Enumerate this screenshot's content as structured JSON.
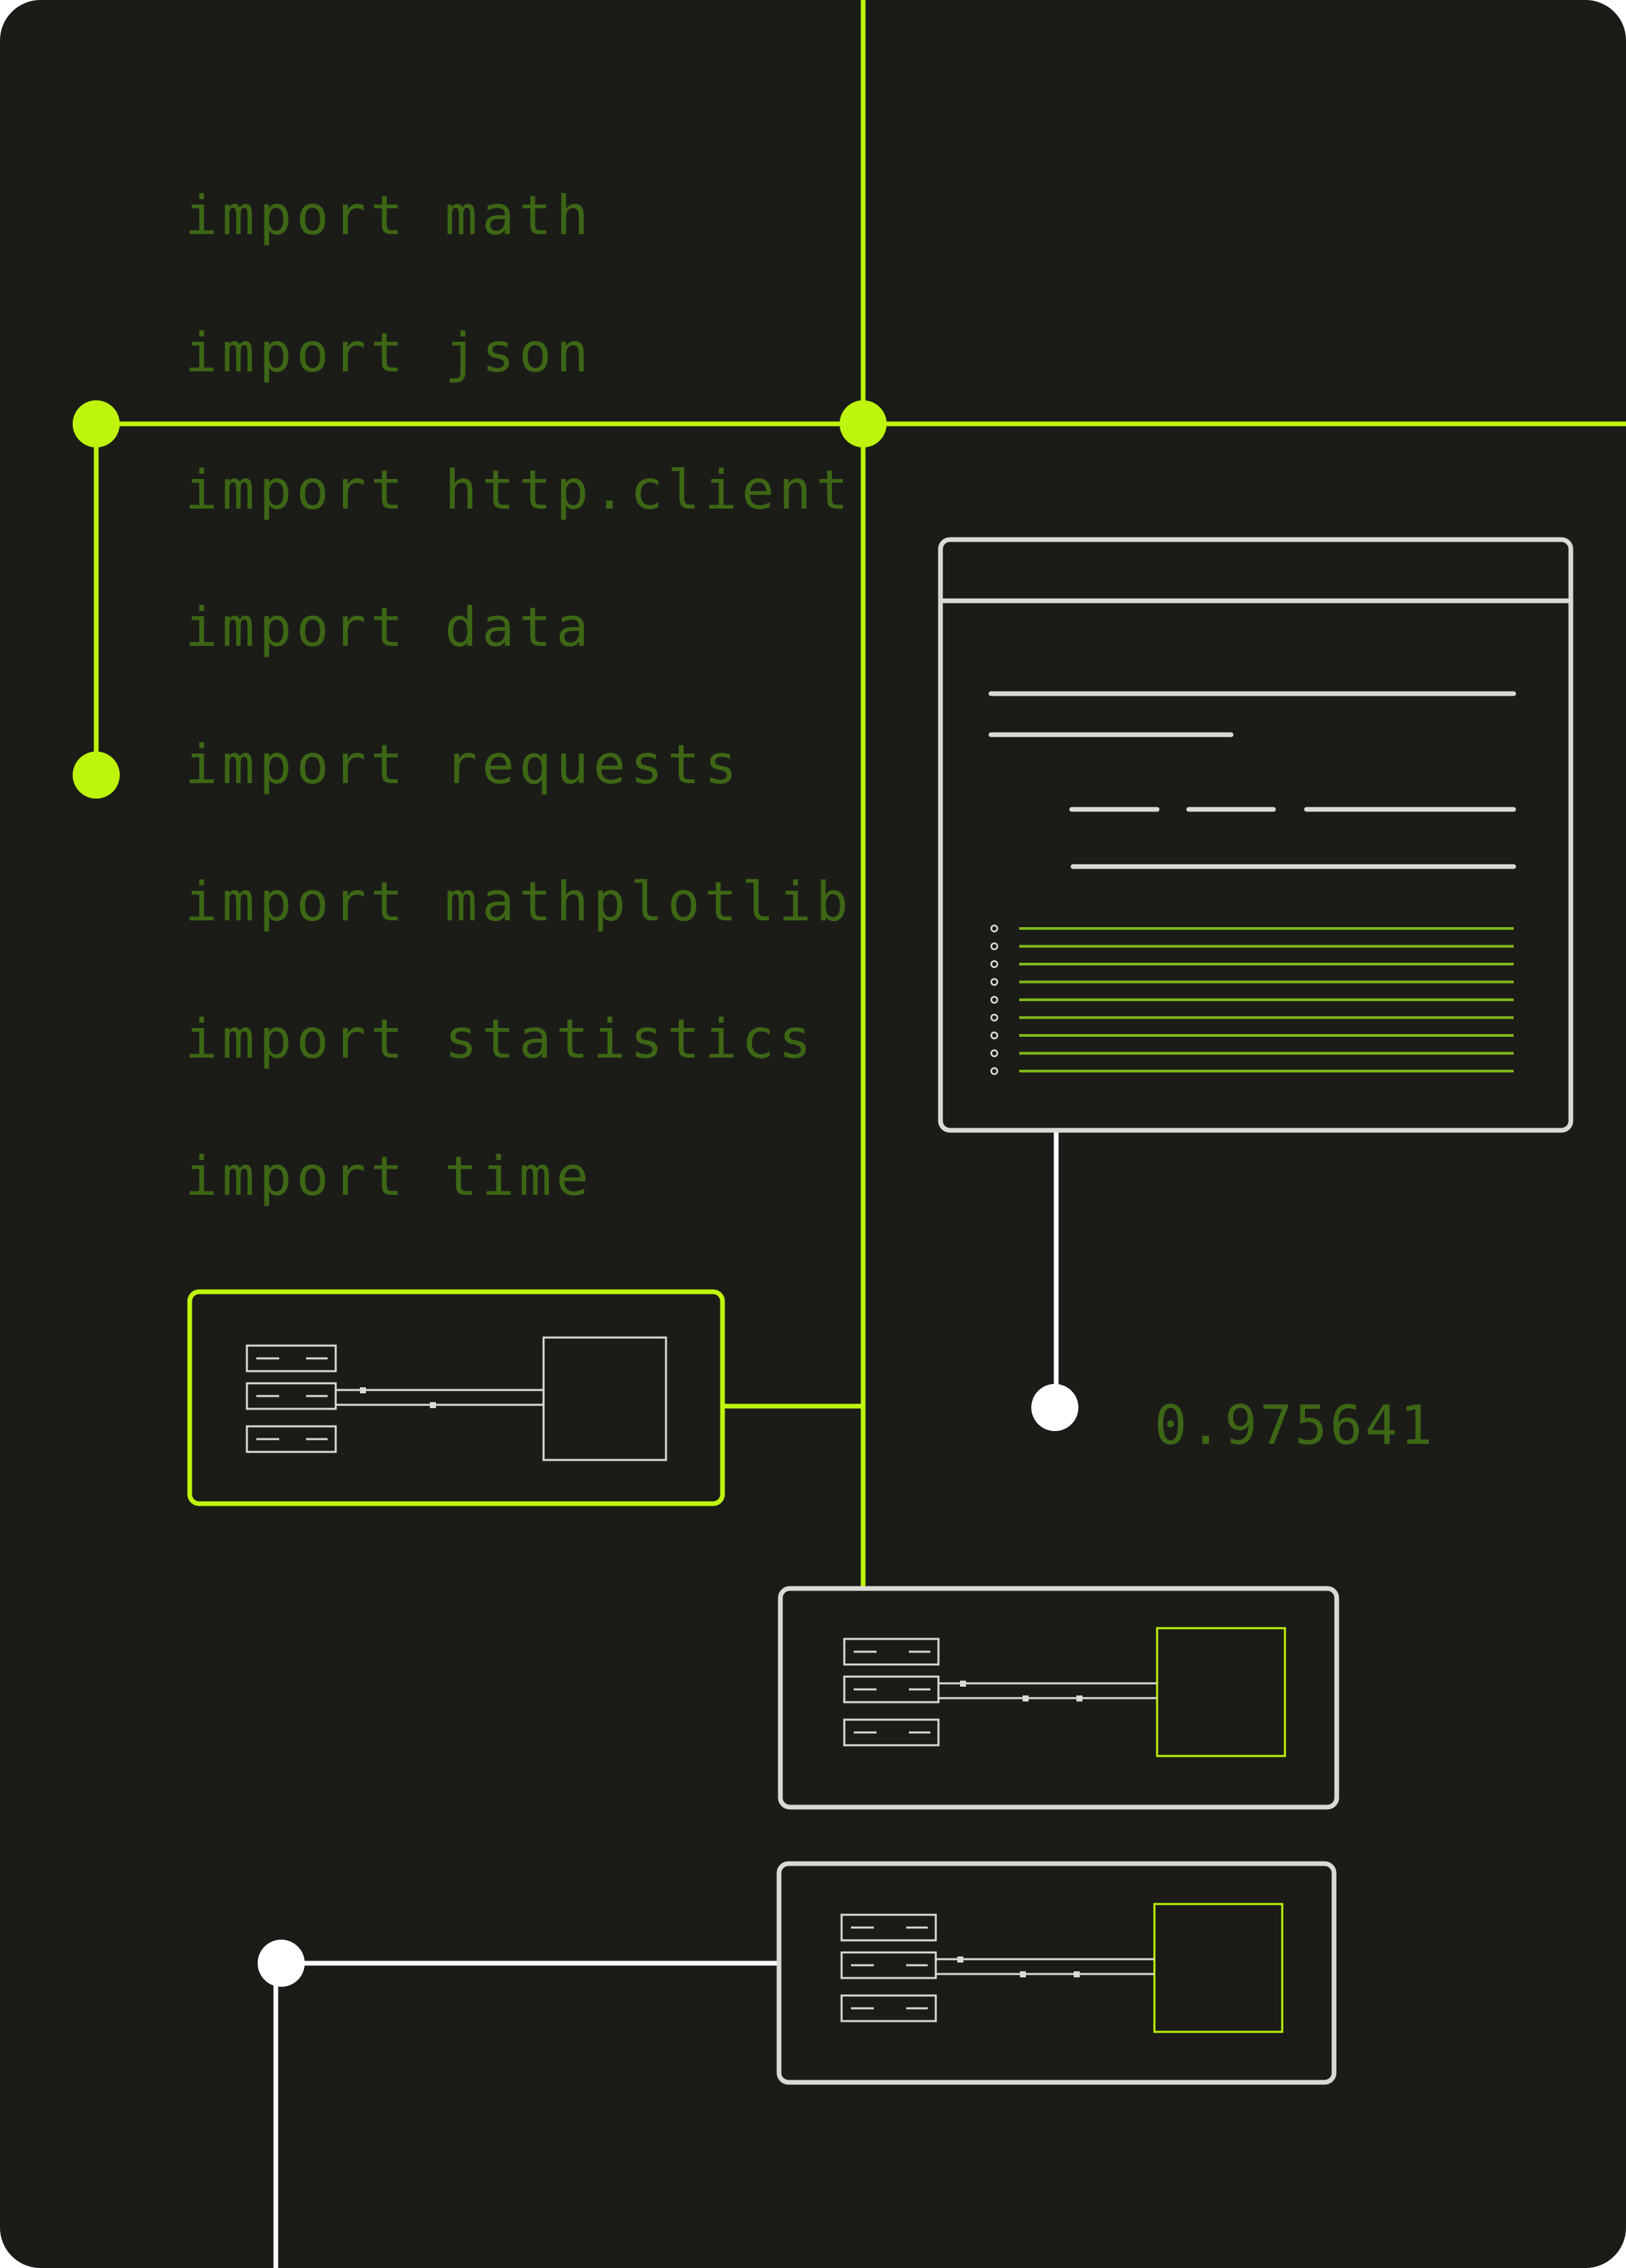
{
  "code": {
    "lines": [
      "import math",
      "import json",
      "import http.client",
      "import data",
      "import requests",
      "import mathplotlib",
      "import statistics",
      "import time"
    ]
  },
  "readout": {
    "value": "0.975641"
  },
  "colors": {
    "background": "#1b1c18",
    "accent_lime": "#bdf50c",
    "code_text": "#3d6615",
    "outline_light": "#d9d9d5",
    "node_white": "#ffffff"
  },
  "icons": {
    "document_window": "browser-document-icon",
    "server_module": "server-rack-icon",
    "node": "junction-dot-icon"
  }
}
